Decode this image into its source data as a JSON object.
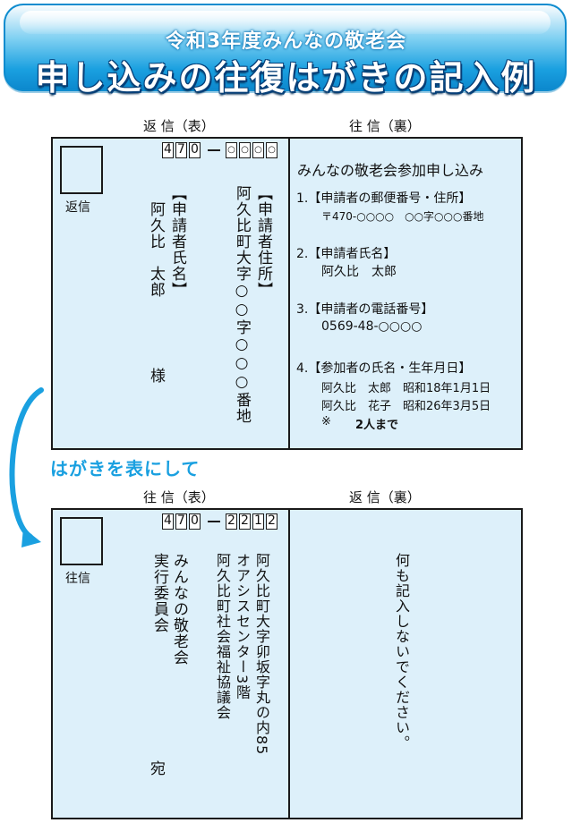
{
  "header": {
    "subtitle": "令和3年度みんなの敬老会",
    "title": "申し込みの往復はがきの記入例"
  },
  "top_card": {
    "left_label": "返 信（表）",
    "right_label": "往 信（裏）",
    "stamp_label": "返信",
    "zip_digits": [
      "4",
      "7",
      "0"
    ],
    "zip_placeholders": [
      "○",
      "○",
      "○",
      "○"
    ],
    "address_heading": "【申請者住所】",
    "address": "阿久比町大字○○字○○○番地",
    "name_heading": "【申請者氏名】",
    "name": "阿久比　太郎",
    "honorific": "様",
    "form_title": "みんなの敬老会参加申し込み",
    "items": [
      {
        "label": "1.【申請者の郵便番号・住所】",
        "lines": [
          "〒470-○○○○　○○字○○○番地"
        ]
      },
      {
        "label": "2.【申請者氏名】",
        "lines": [
          "阿久比　太郎"
        ]
      },
      {
        "label": "3.【申請者の電話番号】",
        "lines": [
          "0569-48-○○○○"
        ]
      },
      {
        "label": "4.【参加者の氏名・生年月日】",
        "lines": [
          "阿久比　太郎　昭和18年1月1日",
          "阿久比　花子　昭和26年3月5日"
        ]
      }
    ],
    "note_mark": "※",
    "note": "2人まで"
  },
  "flip_label": "はがきを表にして",
  "bottom_card": {
    "left_label": "往 信（表）",
    "right_label": "返 信（裏）",
    "stamp_label": "往信",
    "zip_digits": [
      "4",
      "7",
      "0"
    ],
    "zip_suffix": [
      "2",
      "2",
      "1",
      "2"
    ],
    "address_line1": "阿久比町大字卯坂字丸の内85",
    "address_line2": "オアシスセンター3階",
    "address_line3": "阿久比町社会福祉協議会",
    "recipient_line1": "みんなの敬老会",
    "recipient_line2": "実行委員会",
    "honorific": "宛",
    "reply_note": "何も記入しないでください。"
  }
}
